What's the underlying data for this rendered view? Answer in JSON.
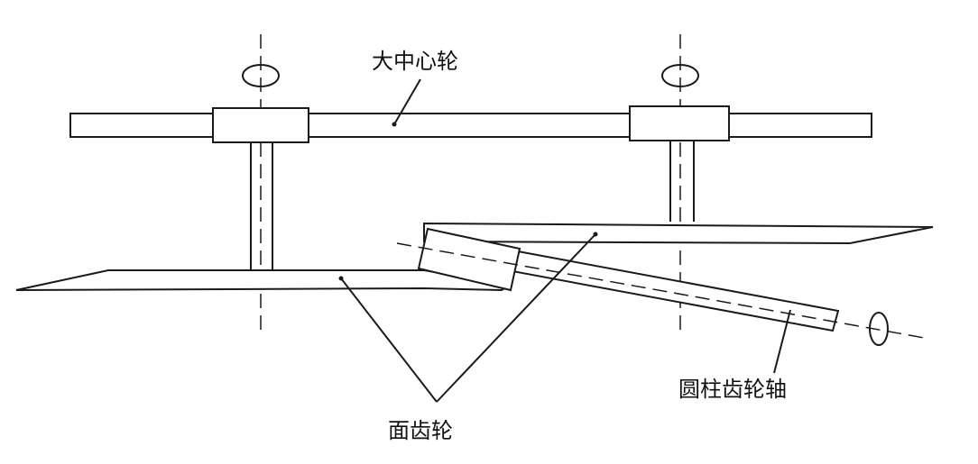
{
  "labels": {
    "big_center_wheel": "大中心轮",
    "face_gear": "面齿轮",
    "cylindrical_gear_shaft": "圆柱齿轮轴"
  },
  "colors": {
    "line": "#1a1a1a",
    "background": "#ffffff"
  }
}
